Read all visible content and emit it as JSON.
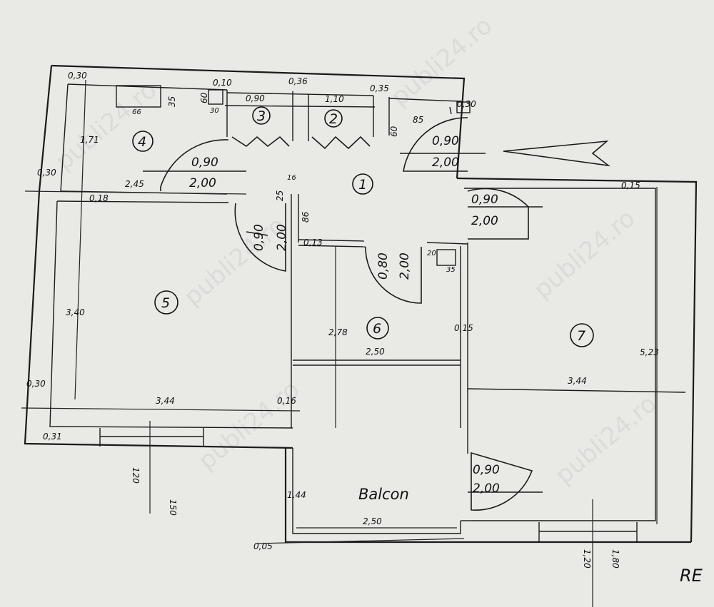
{
  "watermark": "publi24.ro",
  "legend_partial": "RE",
  "rooms": [
    {
      "num": "1"
    },
    {
      "num": "2"
    },
    {
      "num": "3"
    },
    {
      "num": "4"
    },
    {
      "num": "5"
    },
    {
      "num": "6"
    },
    {
      "num": "7"
    }
  ],
  "balcony_label": "Balcon",
  "doors": [
    {
      "w": "0,90",
      "h": "2,00"
    },
    {
      "w": "0,90",
      "h": "2,00"
    },
    {
      "w": "0,90",
      "h": "2,00"
    },
    {
      "w": "0,90",
      "h": "2,00"
    },
    {
      "w": "0,80",
      "h": "2,00"
    },
    {
      "w": "0,90",
      "h": "2,00"
    }
  ],
  "dims": {
    "d_030_top": "0,30",
    "d_010": "0,10",
    "d_036": "0,36",
    "d_035": "0,35",
    "d_030_right": "0,30",
    "d_090": "0,90",
    "d_110": "1,10",
    "d_85": "85",
    "d_60a": "60",
    "d_60b": "60",
    "d_35": "35",
    "d_66": "66",
    "d_30": "30",
    "d_171": "1,71",
    "d_030_left": "0,30",
    "d_245": "2,45",
    "d_018": "0,18",
    "d_16": "16",
    "d_25": "25",
    "d_86": "86",
    "d_013": "0,13",
    "d_20": "20",
    "d_35b": "35",
    "d_015_top": "0,15",
    "d_340": "3,40",
    "d_278": "2,78",
    "d_250_room6": "2,50",
    "d_015_mid": "0,15",
    "d_523": "5,23",
    "d_344_room7": "3,44",
    "d_030_bottom": "0,30",
    "d_344_room5": "3,44",
    "d_016": "0,16",
    "d_031": "0,31",
    "d_150": "150",
    "d_120a": "120",
    "d_144": "1,44",
    "d_250_balcon": "2,50",
    "d_005": "0,05",
    "d_180": "1,80",
    "d_120b": "1,20"
  }
}
